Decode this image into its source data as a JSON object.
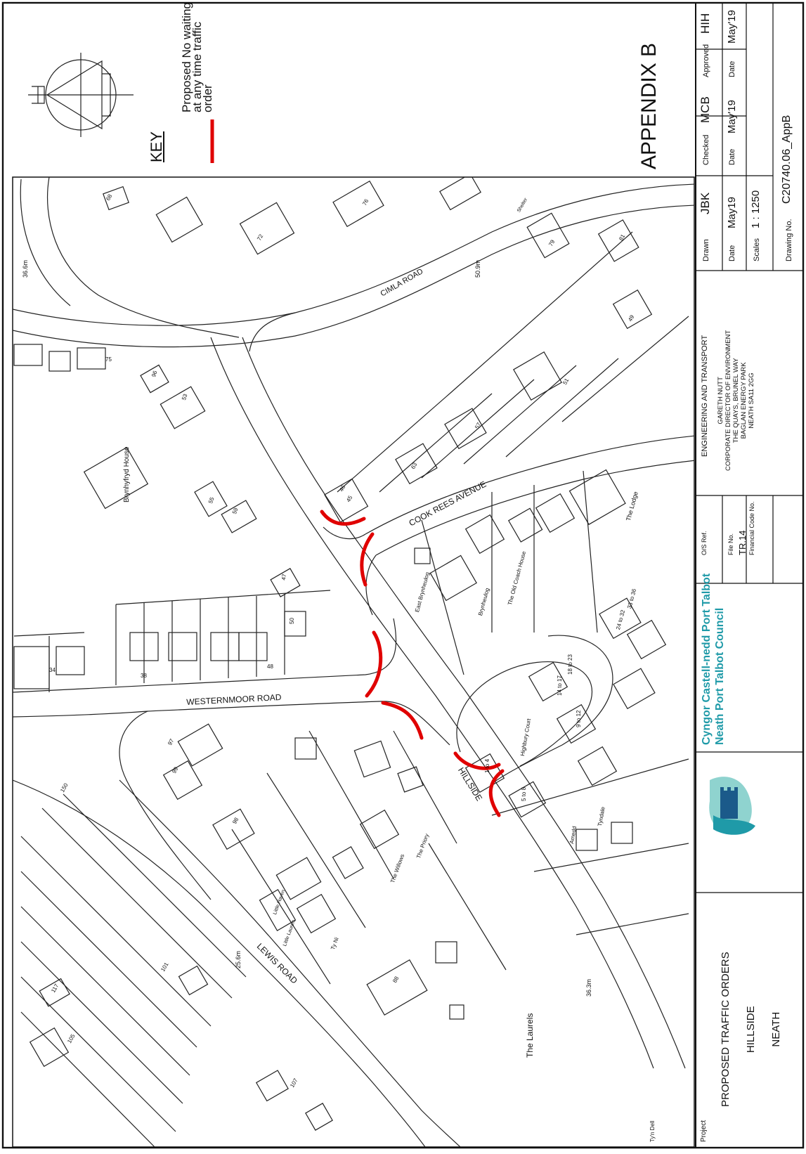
{
  "sheet": {
    "appendix_title": "APPENDIX B",
    "key": {
      "heading": "KEY",
      "legend_label": "Proposed No waiting at any time traffic order",
      "legend_lines": [
        "Proposed No waiting",
        "at any time traffic",
        "order"
      ],
      "legend_color": "#e00000"
    },
    "north_symbol": "north-arrow-icon"
  },
  "title_block": {
    "drawn_label": "Drawn",
    "drawn_by": "JBK",
    "checked_label": "Checked",
    "checked_by": "MCB",
    "approved_label": "Approved",
    "approved_by": "HIH",
    "date_label": "Date",
    "drawn_date": "May19",
    "checked_date": "May'19",
    "approved_date": "May'19",
    "scales_label": "Scales",
    "scale": "1 : 1250",
    "drawing_no_label": "Drawing No.",
    "drawing_no": "C20740.06_AppB",
    "department": "ENGINEERING AND TRANSPORT",
    "address_lines": [
      "GARETH NUTT",
      "CORPORATE DIRECTOR OF ENVIRONMENT",
      "THE QUAYS, BRUNEL WAY",
      "BAGLAN ENERGY PARK",
      "NEATH SA11 2GG"
    ],
    "os_ref_label": "O/S Ref.",
    "file_no_label": "File No.",
    "file_no": "TR.14",
    "financial_code_label": "Financial Code No.",
    "council_name_welsh": "Cyngor Castell-nedd Port Talbot",
    "council_name_english": "Neath Port Talbot Council",
    "logo_icon": "council-castle-logo-icon",
    "project_label": "Project",
    "project_lines": [
      "PROPOSED TRAFFIC ORDERS",
      "HILLSIDE",
      "NEATH"
    ],
    "colors": {
      "logo_teal": "#1f9aa8",
      "logo_blue": "#1b5a8a"
    }
  },
  "map": {
    "roads": [
      "CIMLA ROAD",
      "COOK REES AVENUE",
      "WESTERNMOOR ROAD",
      "HILLSIDE",
      "LEWIS ROAD"
    ],
    "spot_heights": [
      "36.6m",
      "50.9m",
      "25.6m",
      "36.3m"
    ],
    "property_names": [
      "Brynhyfryd House",
      "East Brynheulog",
      "Brynheulog",
      "The Old Coach House",
      "The Lodge",
      "Highbury Court",
      "Tyndale",
      "Amedd",
      "The Priory",
      "The Willows",
      "Little Haven",
      "Little Laurels",
      "Ty Ni",
      "The Laurels",
      "Shelter",
      "Ty'n Dell"
    ],
    "house_numbers": [
      "68",
      "72",
      "76",
      "79",
      "81",
      "49",
      "51",
      "57",
      "63",
      "45",
      "46",
      "47",
      "50",
      "48",
      "38",
      "34",
      "53",
      "55",
      "59",
      "96",
      "75",
      "97",
      "99",
      "88",
      "98",
      "101",
      "105",
      "107",
      "117",
      "150",
      "1 to 4",
      "5 to 8",
      "9 to 12",
      "14 to 17",
      "18 to 23",
      "24 to 32",
      "33 to 36"
    ],
    "line_color": "#222222",
    "restriction_color": "#e00000"
  }
}
